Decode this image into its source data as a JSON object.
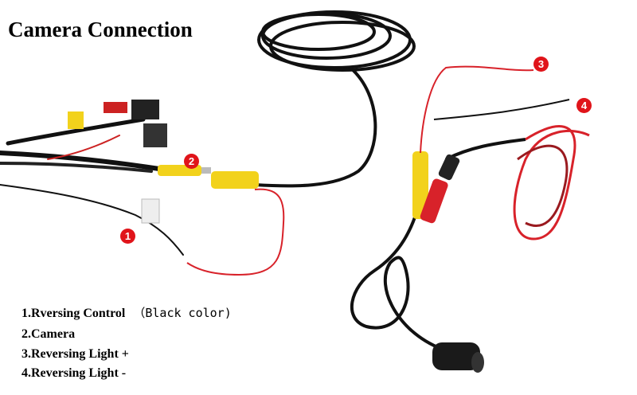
{
  "title": "Camera Connection",
  "badges": [
    "1",
    "2",
    "3",
    "4"
  ],
  "legend": [
    {
      "label": "1.Rversing Control",
      "note": "（Black color)"
    },
    {
      "label": "2.Camera"
    },
    {
      "label": "3.Reversing Light +"
    },
    {
      "label": "4.Reversing Light -"
    }
  ],
  "colors": {
    "badge": "#e0141a",
    "wire_red": "#d8222a",
    "connector_yellow": "#f2d21c",
    "cable_black": "#111111"
  }
}
